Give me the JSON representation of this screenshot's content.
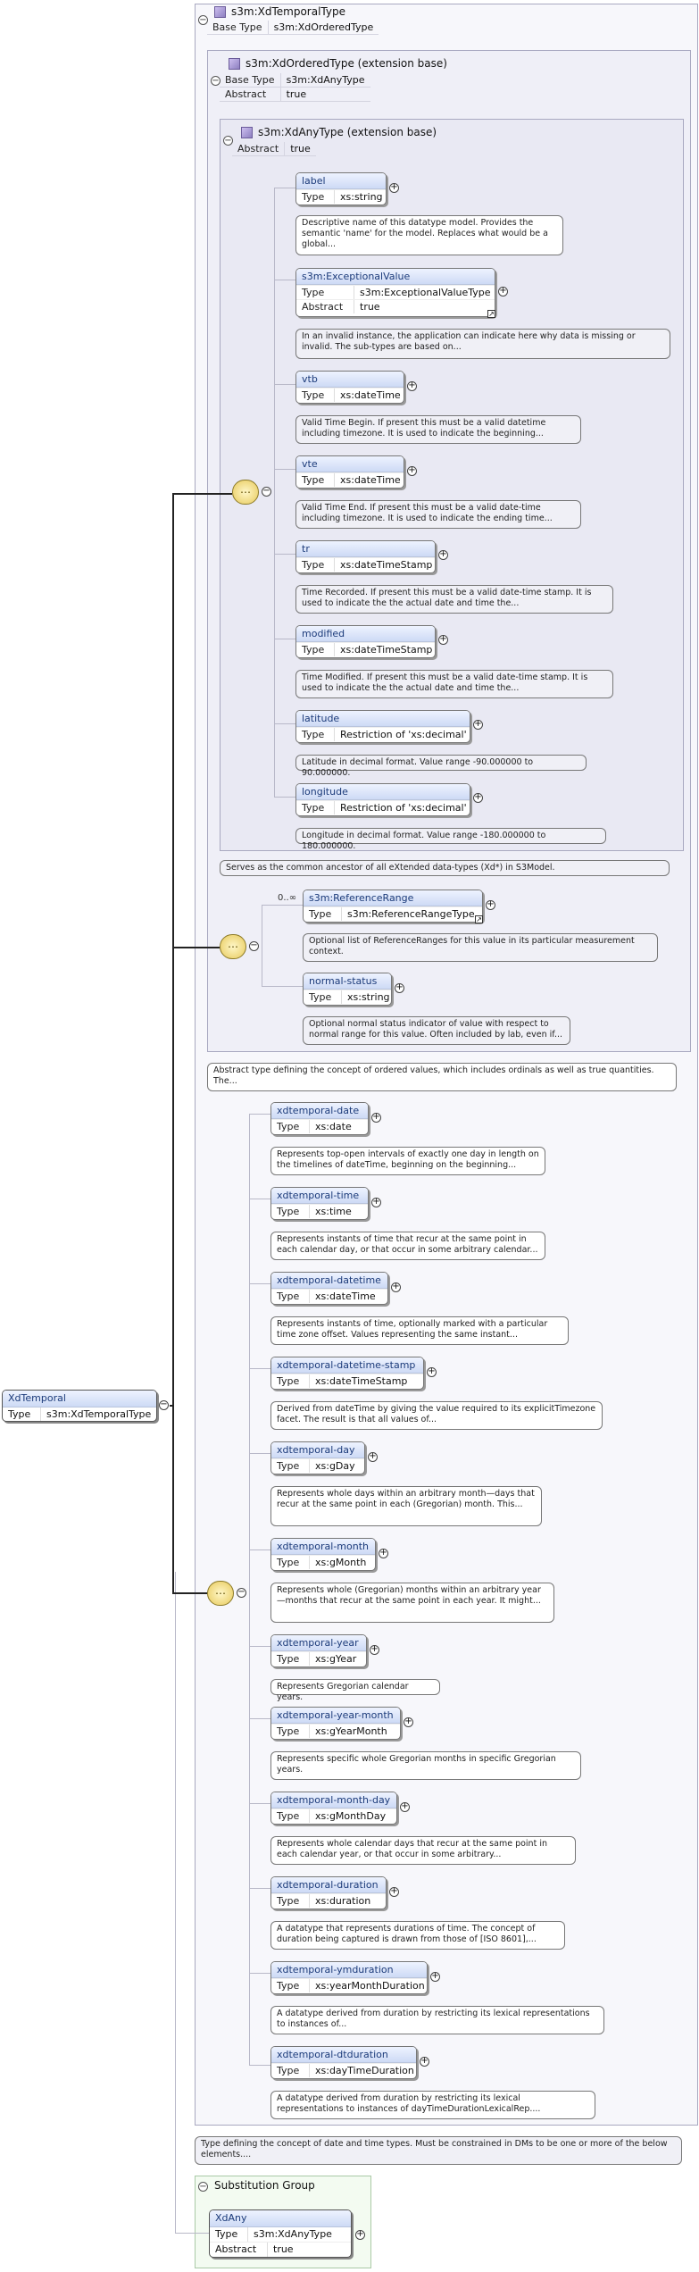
{
  "diagram": {
    "root": {
      "name": "XdTemporal",
      "type_label": "Type",
      "type_value": "s3m:XdTemporalType"
    },
    "temporal_type": {
      "title": "s3m:XdTemporalType",
      "base_type_label": "Base Type",
      "base_type_value": "s3m:XdOrderedType",
      "doc": "Type defining the concept of date and time types. Must be constrained in DMs to be one or more of the below elements...."
    },
    "ordered_type": {
      "title": "s3m:XdOrderedType (extension base)",
      "base_type_label": "Base Type",
      "base_type_value": "s3m:XdAnyType",
      "abstract_label": "Abstract",
      "abstract_value": "true",
      "doc": "Abstract type defining the concept of ordered values, which includes ordinals as well as true quantities. The..."
    },
    "any_type": {
      "title": "s3m:XdAnyType (extension base)",
      "abstract_label": "Abstract",
      "abstract_value": "true",
      "doc": "Serves as the common ancestor of all eXtended data-types (Xd*) in S3Model.",
      "elements": [
        {
          "name": "label",
          "type": "xs:string",
          "doc": "Descriptive name of this datatype model. Provides the semantic 'name' for the model. Replaces what would be a global..."
        },
        {
          "name": "s3m:ExceptionalValue",
          "type": "s3m:ExceptionalValueType",
          "abstract": "true",
          "doc": "In an invalid instance, the application can indicate here why data is missing or invalid. The sub-types are based on..."
        },
        {
          "name": "vtb",
          "type": "xs:dateTime",
          "doc": "Valid Time Begin. If present this must be a valid datetime including timezone. It is used to indicate the beginning..."
        },
        {
          "name": "vte",
          "type": "xs:dateTime",
          "doc": "Valid Time End. If present this must be a valid date-time including timezone. It is used to indicate the ending time..."
        },
        {
          "name": "tr",
          "type": "xs:dateTimeStamp",
          "doc": "Time Recorded. If present this must be a valid date-time stamp. It is used to indicate the the actual date and time the..."
        },
        {
          "name": "modified",
          "type": "xs:dateTimeStamp",
          "doc": "Time Modified. If present this must be a valid date-time stamp. It is used to indicate the the actual date and time the..."
        },
        {
          "name": "latitude",
          "type": "Restriction of 'xs:decimal'",
          "doc": "Latitude in decimal format. Value range -90.000000 to 90.000000."
        },
        {
          "name": "longitude",
          "type": "Restriction of 'xs:decimal'",
          "doc": "Longitude in decimal format. Value range -180.000000 to 180.000000."
        }
      ]
    },
    "ordered_elements": [
      {
        "name": "s3m:ReferenceRange",
        "occurrence": "0..∞",
        "type": "s3m:ReferenceRangeType",
        "doc": "Optional list of ReferenceRanges for this value in its particular measurement context."
      },
      {
        "name": "normal-status",
        "type": "xs:string",
        "doc": "Optional normal status indicator of value with respect to normal range for this value. Often included by lab, even if..."
      }
    ],
    "temporal_elements": [
      {
        "name": "xdtemporal-date",
        "type": "xs:date",
        "doc": "Represents top-open intervals of exactly one day in length on the timelines of dateTime, beginning on the beginning..."
      },
      {
        "name": "xdtemporal-time",
        "type": "xs:time",
        "doc": "Represents instants of time that recur at the same point in each calendar day, or that occur in some arbitrary calendar..."
      },
      {
        "name": "xdtemporal-datetime",
        "type": "xs:dateTime",
        "doc": "Represents instants of time, optionally marked with a particular time zone offset. Values representing the same instant..."
      },
      {
        "name": "xdtemporal-datetime-stamp",
        "type": "xs:dateTimeStamp",
        "doc": "Derived from dateTime by giving the value required to its explicitTimezone facet. The result is that all values of..."
      },
      {
        "name": "xdtemporal-day",
        "type": "xs:gDay",
        "doc": "Represents whole days within an arbitrary month—days that recur at the same point in each (Gregorian) month. This..."
      },
      {
        "name": "xdtemporal-month",
        "type": "xs:gMonth",
        "doc": "Represents whole (Gregorian) months within an arbitrary year—months that recur at the same point in each year. It might..."
      },
      {
        "name": "xdtemporal-year",
        "type": "xs:gYear",
        "doc": "Represents Gregorian calendar years."
      },
      {
        "name": "xdtemporal-year-month",
        "type": "xs:gYearMonth",
        "doc": "Represents specific whole Gregorian months in specific Gregorian years."
      },
      {
        "name": "xdtemporal-month-day",
        "type": "xs:gMonthDay",
        "doc": "Represents whole calendar days that recur at the same point in each calendar year, or that occur in some arbitrary..."
      },
      {
        "name": "xdtemporal-duration",
        "type": "xs:duration",
        "doc": "A datatype that represents durations of time. The concept of duration being captured is drawn from those of [ISO 8601],..."
      },
      {
        "name": "xdtemporal-ymduration",
        "type": "xs:yearMonthDuration",
        "doc": "A datatype derived from duration by restricting its lexical representations to instances of..."
      },
      {
        "name": "xdtemporal-dtduration",
        "type": "xs:dayTimeDuration",
        "doc": "A datatype derived from duration by restricting its lexical representations to instances of dayTimeDurationLexicalRep...."
      }
    ],
    "substitution_group": {
      "title": "Substitution Group",
      "element": {
        "name": "XdAny",
        "type_label": "Type",
        "type_value": "s3m:XdAnyType",
        "abstract_label": "Abstract",
        "abstract_value": "true"
      }
    },
    "labels": {
      "type": "Type",
      "abstract": "Abstract"
    }
  }
}
